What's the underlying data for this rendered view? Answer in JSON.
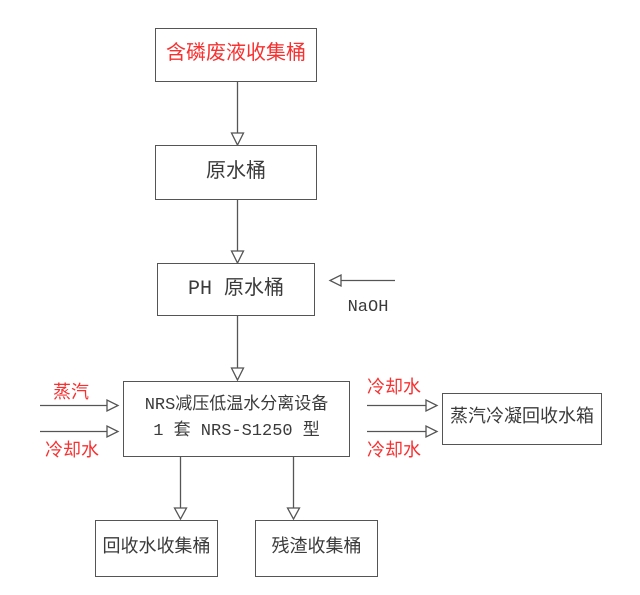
{
  "diagram": {
    "boxes": {
      "waste": {
        "label": "含磷废液收集桶"
      },
      "raw": {
        "label": "原水桶"
      },
      "ph": {
        "label": "PH 原水桶"
      },
      "nrs": {
        "line1": "NRS减压低温水分离设备",
        "line2": "1 套 NRS-S1250 型"
      },
      "steam_tank": {
        "label": "蒸汽冷凝回收水箱"
      },
      "recycle": {
        "label": "回收水收集桶"
      },
      "residue": {
        "label": "残渣收集桶"
      }
    },
    "stream_labels": {
      "steam_in": "蒸汽",
      "coolant_in_left": "冷却水",
      "coolant_right_top": "冷却水",
      "coolant_right_bottom": "冷却水",
      "naoh": "NaOH"
    },
    "colors": {
      "stream_red": "#f83030",
      "line_gray": "#555555",
      "text_dark": "#3b3b3b",
      "background": "#ffffff"
    }
  }
}
